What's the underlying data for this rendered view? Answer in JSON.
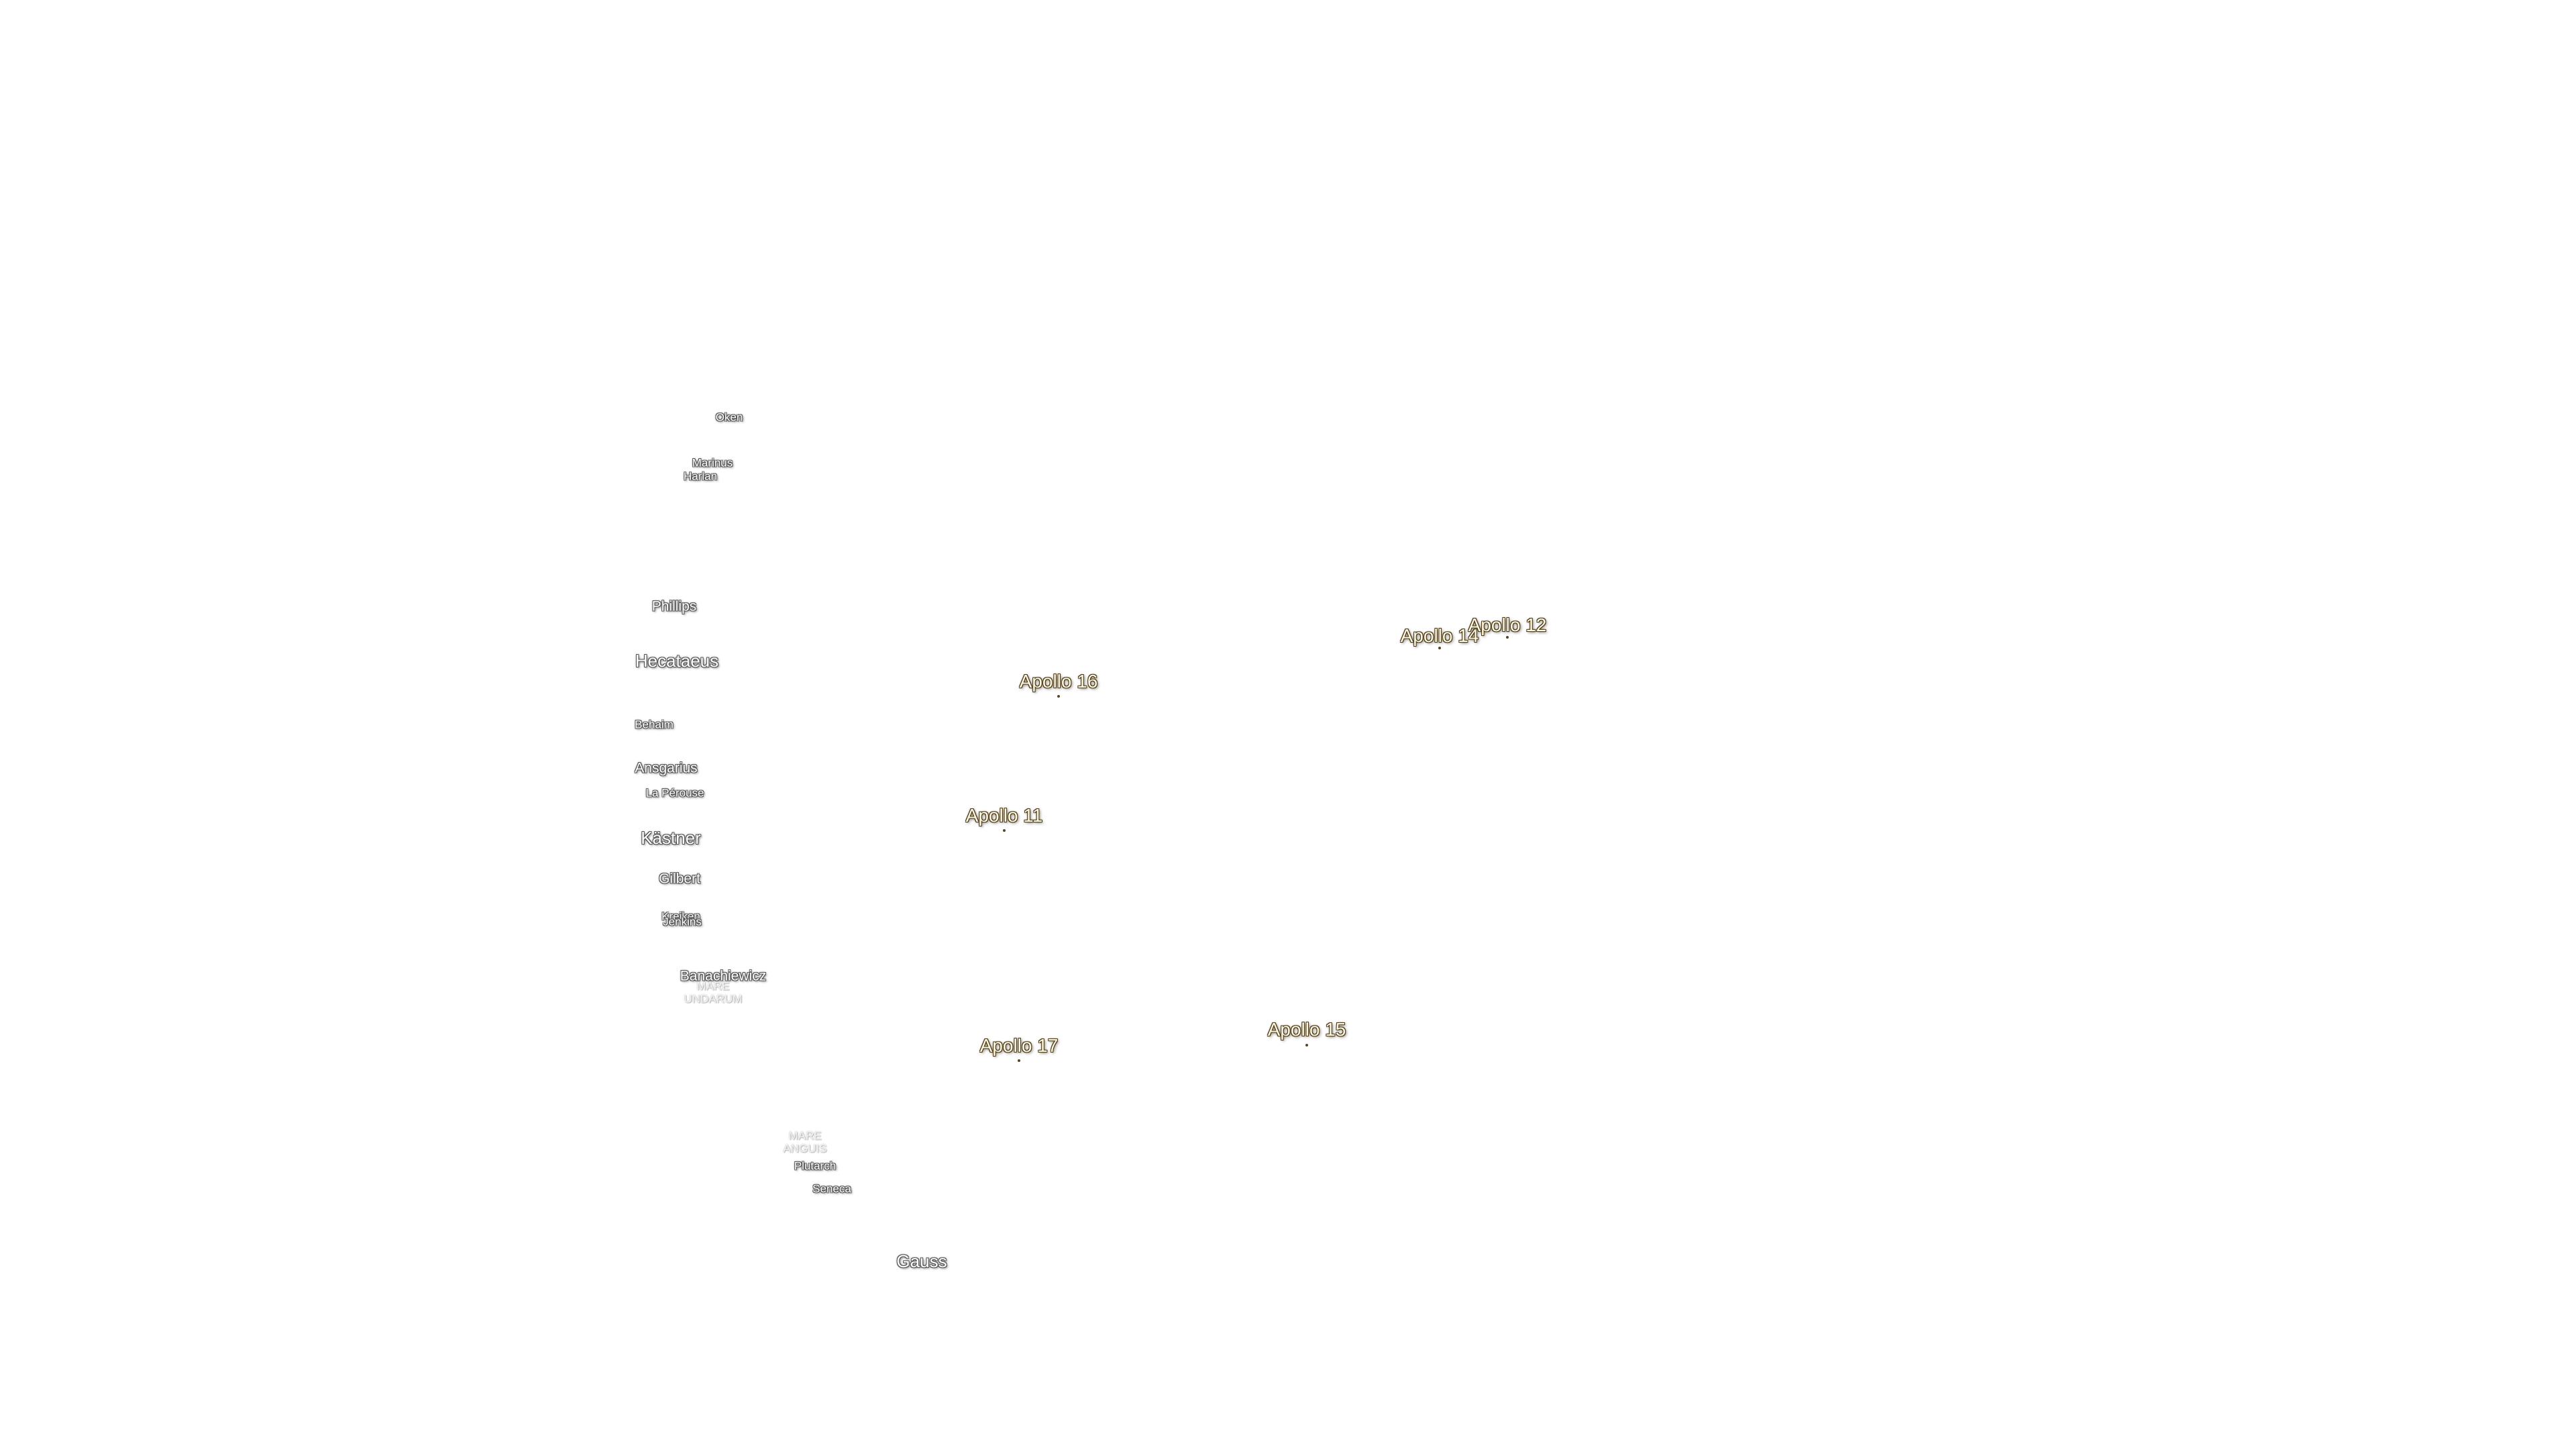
{
  "craters": [
    {
      "id": "oken",
      "name": "Oken"
    },
    {
      "id": "marinus",
      "name": "Marinus"
    },
    {
      "id": "harlan",
      "name": "Harlan"
    },
    {
      "id": "phillips",
      "name": "Phillips"
    },
    {
      "id": "hecataeus",
      "name": "Hecataeus"
    },
    {
      "id": "behaim",
      "name": "Behaim"
    },
    {
      "id": "ansgarius",
      "name": "Ansgarius"
    },
    {
      "id": "la-perouse",
      "name": "La Pérouse"
    },
    {
      "id": "kastner",
      "name": "Kästner"
    },
    {
      "id": "gilbert",
      "name": "Gilbert"
    },
    {
      "id": "kreiken",
      "name": "Kreiken"
    },
    {
      "id": "jenkins",
      "name": "Jenkins"
    },
    {
      "id": "banachiewicz",
      "name": "Banachiewicz"
    },
    {
      "id": "plutarch",
      "name": "Plutarch"
    },
    {
      "id": "seneca",
      "name": "Seneca"
    },
    {
      "id": "gauss",
      "name": "Gauss"
    }
  ],
  "maria": [
    {
      "id": "mare-undarum",
      "line1": "MARE",
      "line2": "UNDARUM"
    },
    {
      "id": "mare-anguis",
      "line1": "MARE",
      "line2": "ANGUIS"
    }
  ],
  "landing_sites": [
    {
      "id": "apollo-11",
      "name": "Apollo 11"
    },
    {
      "id": "apollo-12",
      "name": "Apollo 12"
    },
    {
      "id": "apollo-14",
      "name": "Apollo 14"
    },
    {
      "id": "apollo-15",
      "name": "Apollo 15"
    },
    {
      "id": "apollo-16",
      "name": "Apollo 16"
    },
    {
      "id": "apollo-17",
      "name": "Apollo 17"
    }
  ]
}
